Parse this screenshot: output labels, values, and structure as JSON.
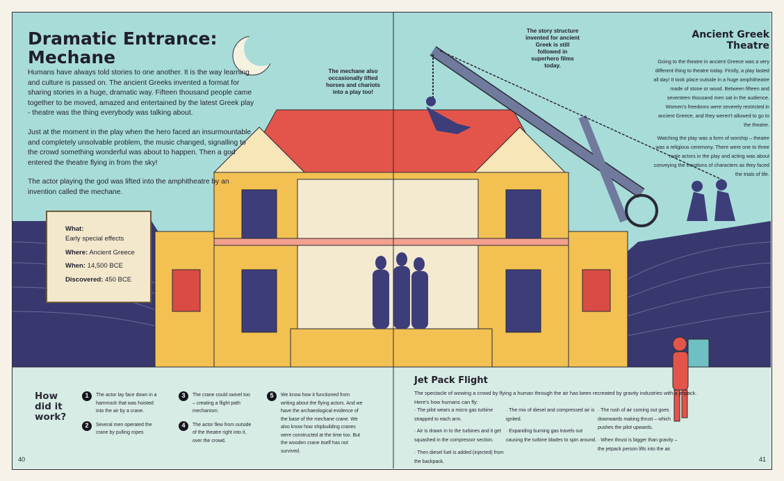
{
  "left_page": {
    "title_line1": "Dramatic Entrance:",
    "title_line2": "Mechane",
    "paragraphs": [
      "Humans have always told stories to one another. It is the way learning and culture is passed on. The ancient Greeks invented a format for sharing stories in a huge, dramatic way. Fifteen thousand people came together to be moved, amazed and entertained by the latest Greek play - theatre was the thing everybody was talking about.",
      "Just at the moment in the play when the hero faced an insurmountable and completely unsolvable problem, the music changed, signalling to the crowd something wonderful was about to happen. Then a god entered the theatre flying in from the sky!",
      "The actor playing the god was lifted into the amphitheatre by an invention called the mechane."
    ],
    "info_box": {
      "what_label": "What:",
      "what_value": "Early special effects",
      "where_label": "Where:",
      "where_value": "Ancient Greece",
      "when_label": "When:",
      "when_value": "14,500 BCE",
      "discovered_label": "Discovered:",
      "discovered_value": "450 BCE"
    },
    "callout_mechane": "The mechane also occasionally lifted horses and chariots into a play too!",
    "how_title": "How did it work?",
    "steps": [
      {
        "n": "1",
        "text": "The actor lay face down in a hammock that was hoisted into the air by a crane."
      },
      {
        "n": "2",
        "text": "Several men operated the crane by pulling ropes"
      },
      {
        "n": "3",
        "text": "The crane could swivel too – creating a flight path mechanism."
      },
      {
        "n": "4",
        "text": "The actor flew from outside of the theatre right into it, over the crowd."
      },
      {
        "n": "5",
        "text": "We know how it functioned from writing about the flying actors. And we have the archaeological evidence of the base of the mechane crane. We also know how shipbuilding cranes were constructed at the time too. But the wooden crane itself has not survived."
      }
    ],
    "page_number": "40"
  },
  "right_page": {
    "callout_story": "The story structure invented for ancient Greek is still followed in superhero films today.",
    "agt_title": "Ancient Greek Theatre",
    "agt_paragraphs": [
      "Going to the theatre in ancient Greece was a very different thing to theatre today. Firstly, a play lasted all day! It took place outside in a huge amphitheatre made of stone or wood. Between fifteen and seventeen thousand men sat in the audience. Women's freedoms were severely restricted in ancient Greece, and they weren't allowed to go to the theatre.",
      "Watching the play was a form of worship – theatre was a religious ceremony. There were one to three male actors in the play and acting was about conveying the emotions of characters as they faced the trials of life."
    ],
    "jetpack_title": "Jet Pack Flight",
    "jetpack_lead": "The spectacle of wowing a crowd by flying a human through the air has been recreated by gravity industries with a jetpack. Here's how humans can fly:",
    "jetpack_cols": [
      [
        "· The pilot wears a micro gas turbine strapped to each arm.",
        "· Air is drawn in to the turbines and it get squashed in the compressor section.",
        "· Then diesel fuel is added (injected) from the backpack."
      ],
      [
        "· The mix of diesel and compressed air is ignited.",
        "· Expanding burning gas travels out causing the turbine blades to spin around."
      ],
      [
        "· The rush of air coming out goes downwards making thrust – which pushes the pilot upwards.",
        "· When thrust is bigger than gravity – the jetpack person lifts into the air."
      ]
    ],
    "page_number": "41"
  },
  "colors": {
    "sky": "#a8dcd9",
    "ground": "#38386e",
    "building": "#f2c152",
    "roof": "#e3554a",
    "panel": "#d8ece6",
    "crane": "#6f7a9c"
  }
}
